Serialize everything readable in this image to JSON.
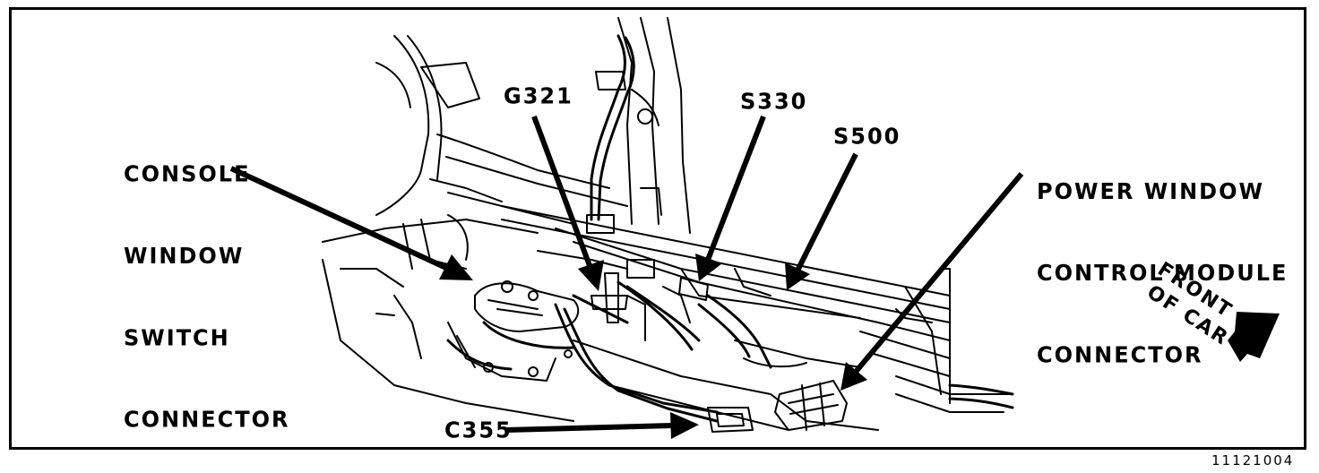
{
  "labels": {
    "console_window_switch_connector": [
      "CONSOLE",
      "WINDOW",
      "SWITCH",
      "CONNECTOR"
    ],
    "g321": "G321",
    "s330": "S330",
    "s500": "S500",
    "power_window_control_module_connector": [
      "POWER WINDOW",
      "CONTROL MODULE",
      "CONNECTOR"
    ],
    "c355": "C355",
    "front_of_car": [
      "FRONT",
      "OF CAR"
    ]
  },
  "figure_number": "11121004",
  "colors": {
    "ink": "#000000",
    "paper": "#ffffff"
  },
  "icons": {
    "direction_arrow": "front-arrow-icon"
  }
}
